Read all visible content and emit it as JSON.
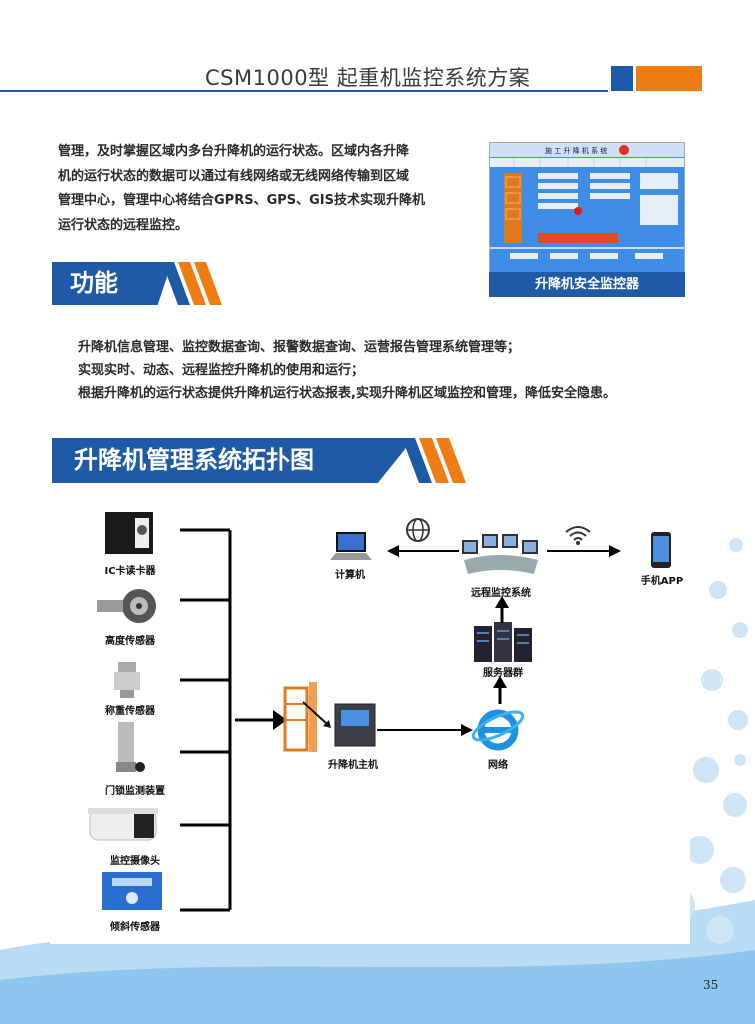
{
  "header": {
    "title": "CSM1000型 起重机监控系统方案"
  },
  "intro": {
    "lines": [
      "管理，及时掌握区域内多台升降机的运行状态。区域内各升降",
      "机的运行状态的数据可以通过有线网络或无线网络传输到区域",
      "管理中心，管理中心将结合GPRS、GPS、GIS技术实现升降机",
      "运行状态的远程监控。"
    ]
  },
  "monitor": {
    "caption": "升降机安全监控器",
    "screen_title": "施 工 升 降 机 系 统"
  },
  "function_section": {
    "title": "功能",
    "lines": [
      "升降机信息管理、监控数据查询、报警数据查询、运营报告管理系统管理等；",
      "实现实时、动态、远程监控升降机的使用和运行；",
      "根据升降机的运行状态提供升降机运行状态报表,实现升降机区域监控和管理，降低安全隐患。"
    ]
  },
  "topology_section": {
    "title": "升降机管理系统拓扑图"
  },
  "diagram": {
    "devices": [
      {
        "label": "IC卡读卡器",
        "icon": "card-reader-icon"
      },
      {
        "label": "高度传感器",
        "icon": "height-sensor-icon"
      },
      {
        "label": "称重传感器",
        "icon": "weight-sensor-icon"
      },
      {
        "label": "门锁监测装置",
        "icon": "door-lock-icon"
      },
      {
        "label": "监控摄像头",
        "icon": "camera-icon"
      },
      {
        "label": "倾斜传感器",
        "icon": "tilt-sensor-icon"
      }
    ],
    "host": {
      "label": "升降机主机",
      "icon": "host-unit-icon"
    },
    "network": {
      "label": "网络",
      "icon": "ie-network-icon"
    },
    "servers": {
      "label": "服务器群",
      "icon": "server-rack-icon"
    },
    "remote": {
      "label": "远程监控系统",
      "icon": "monitoring-center-icon"
    },
    "computer": {
      "label": "计算机",
      "icon": "laptop-icon"
    },
    "phone": {
      "label": "手机APP",
      "icon": "smartphone-icon"
    },
    "web_icon": "globe-icon",
    "wifi_icon": "wifi-icon"
  },
  "colors": {
    "brand_blue": "#1f5aa6",
    "accent_orange": "#ee7d14",
    "bg_light_blue": "#cfe6f7"
  },
  "page_number": "35"
}
